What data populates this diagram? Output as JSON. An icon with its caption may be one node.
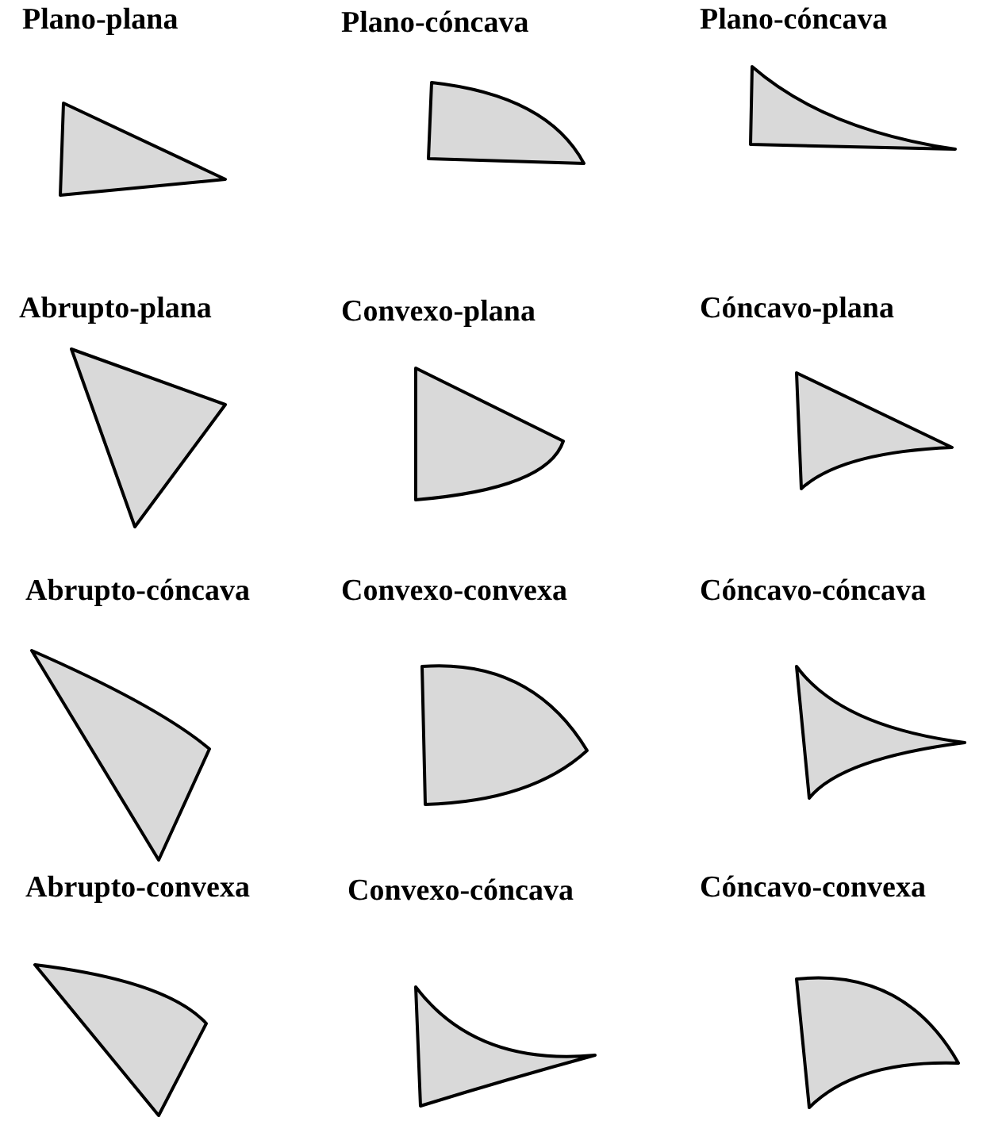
{
  "diagram": {
    "nodes": [
      {
        "text": [
          "Plano-plana"
        ]
      },
      {
        "text": [
          "Plano-cóncava"
        ]
      },
      {
        "text": [
          "Plano-cóncava"
        ]
      },
      {
        "text": [
          "Abrupto-plana"
        ]
      },
      {
        "text": [
          "Convexo-plana"
        ]
      },
      {
        "text": [
          "Cóncavo-plana"
        ]
      },
      {
        "text": [
          "Abrupto-cóncava"
        ]
      },
      {
        "text": [
          "Convexo-convexa"
        ]
      },
      {
        "text": [
          "Cóncavo-cóncava"
        ]
      },
      {
        "text": [
          "Abrupto-convexa"
        ]
      },
      {
        "text": [
          "Convexo-cóncava"
        ]
      },
      {
        "text": [
          "Cóncavo-convexa"
        ]
      }
    ]
  }
}
